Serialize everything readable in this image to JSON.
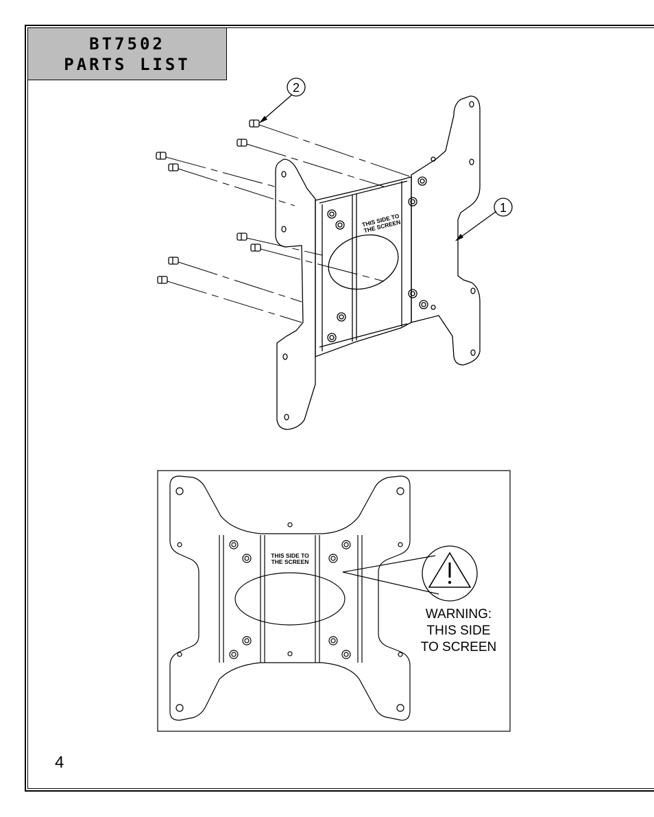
{
  "header": {
    "model": "BT7502",
    "section": "PARTS LIST"
  },
  "callouts": {
    "part1": "1",
    "part2": "2"
  },
  "plate_label": {
    "line1": "THIS SIDE TO",
    "line2": "THE SCREEN"
  },
  "warning": {
    "line1": "WARNING:",
    "line2": "THIS SIDE",
    "line3": "TO SCREEN"
  },
  "page_number": "4"
}
